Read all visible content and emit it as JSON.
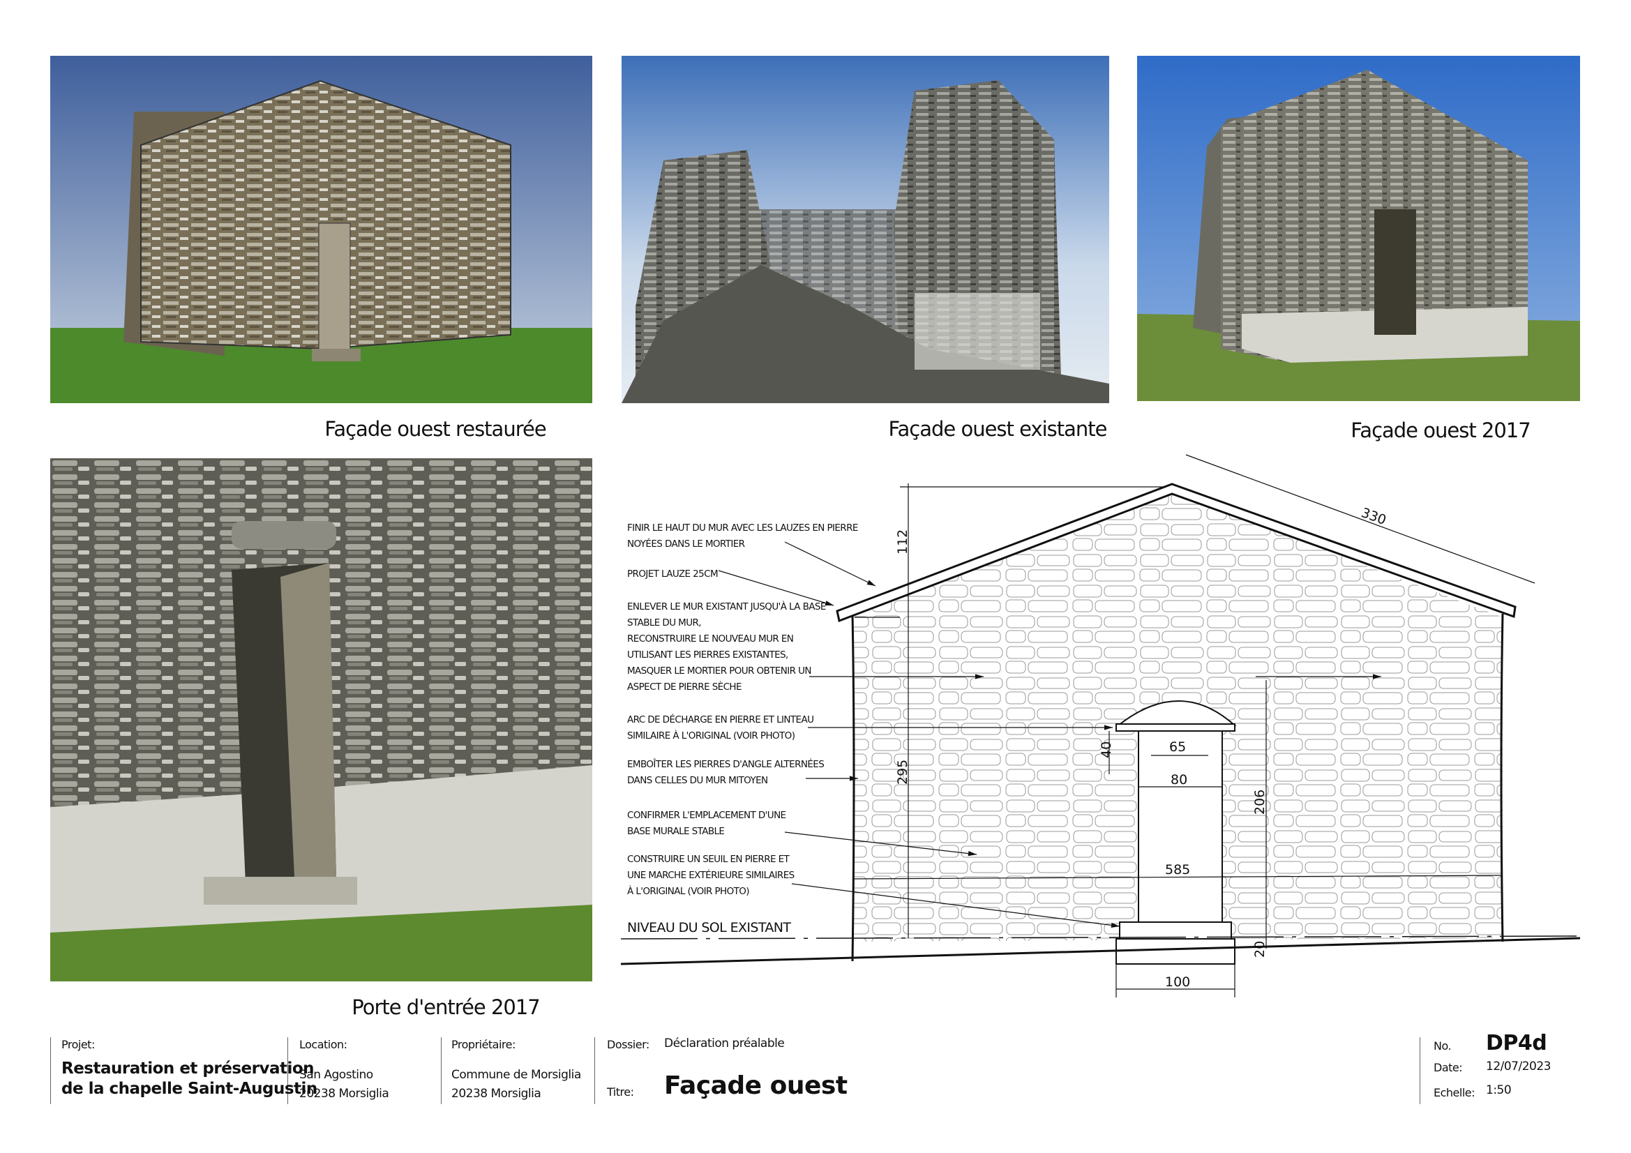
{
  "photos": [
    {
      "caption": "Façade ouest restaurée"
    },
    {
      "caption": "Façade ouest existante"
    },
    {
      "caption": "Façade ouest 2017"
    },
    {
      "caption": "Porte d'entrée 2017"
    }
  ],
  "elevation": {
    "notes": [
      [
        "FINIR LE HAUT DU MUR AVEC LES LAUZES EN PIERRE",
        "NOYÉES DANS LE MORTIER"
      ],
      [
        "PROJET LAUZE 25CM"
      ],
      [
        "ENLEVER LE MUR EXISTANT JUSQU'À LA BASE",
        "STABLE DU MUR,",
        "RECONSTRUIRE LE NOUVEAU MUR EN",
        "UTILISANT LES PIERRES EXISTANTES,",
        "MASQUER LE MORTIER POUR OBTENIR UN",
        "ASPECT DE PIERRE SÈCHE"
      ],
      [
        "ARC DE DÉCHARGE EN PIERRE ET LINTEAU",
        "SIMILAIRE À L'ORIGINAL (VOIR PHOTO)"
      ],
      [
        "EMBOÎTER LES PIERRES D'ANGLE ALTERNÉES",
        "DANS CELLES DU MUR MITOYEN"
      ],
      [
        "CONFIRMER L'EMPLACEMENT D'UNE",
        "BASE MURALE STABLE"
      ],
      [
        "CONSTRUIRE UN SEUIL EN PIERRE ET",
        "UNE MARCHE EXTÉRIEURE SIMILAIRES",
        "À L'ORIGINAL (VOIR PHOTO)"
      ]
    ],
    "ground_label": "NIVEAU DU SOL EXISTANT",
    "dimensions": {
      "roof_slope": "330",
      "gable_height": "112",
      "wall_height": "295",
      "door_height": "206",
      "step_height": "20",
      "lintel_height": "40",
      "door_top_width": "65",
      "door_width": "80",
      "facade_width": "585",
      "step_width": "100"
    }
  },
  "title_block": {
    "project_label": "Projet:",
    "project_line1": "Restauration et préservation",
    "project_line2": "de la chapelle Saint-Augustin",
    "location_label": "Location:",
    "location_line1": "San Agostino",
    "location_line2": "20238 Morsiglia",
    "owner_label": "Propriétaire:",
    "owner_line1": "Commune de Morsiglia",
    "owner_line2": "20238 Morsiglia",
    "dossier_label": "Dossier:",
    "dossier_value": "Déclaration préalable",
    "title_label": "Titre:",
    "title_value": "Façade ouest",
    "number_label": "No.",
    "number_value": "DP4d",
    "date_label": "Date:",
    "date_value": "12/07/2023",
    "scale_label": "Echelle:",
    "scale_value": "1:50"
  }
}
